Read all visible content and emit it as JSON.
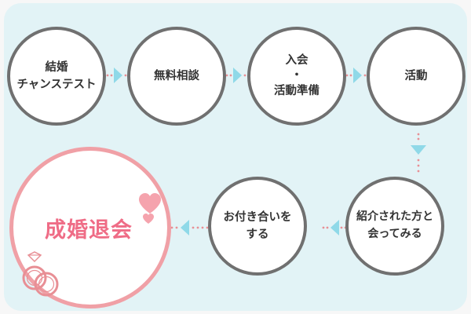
{
  "steps": [
    {
      "label": "結婚\nチャンステスト"
    },
    {
      "label": "無料相談"
    },
    {
      "label": "入会\n・\n活動準備"
    },
    {
      "label": "活動"
    },
    {
      "label": "紹介された方と\n会ってみる"
    },
    {
      "label": "お付き合いを\nする"
    }
  ],
  "final_step": {
    "label": "成婚退会"
  },
  "colors": {
    "background": "#e2f3f6",
    "circle_border": "#707070",
    "arrow": "#8fd9e8",
    "dots": "#e88f95",
    "final_border": "#f0a0a6",
    "final_text": "#ef6c86",
    "heart": "#f5a3ad"
  },
  "icons": {
    "arrow": "triangle-arrow-icon",
    "hearts": "heart-icon",
    "rings": "wedding-rings-icon"
  }
}
